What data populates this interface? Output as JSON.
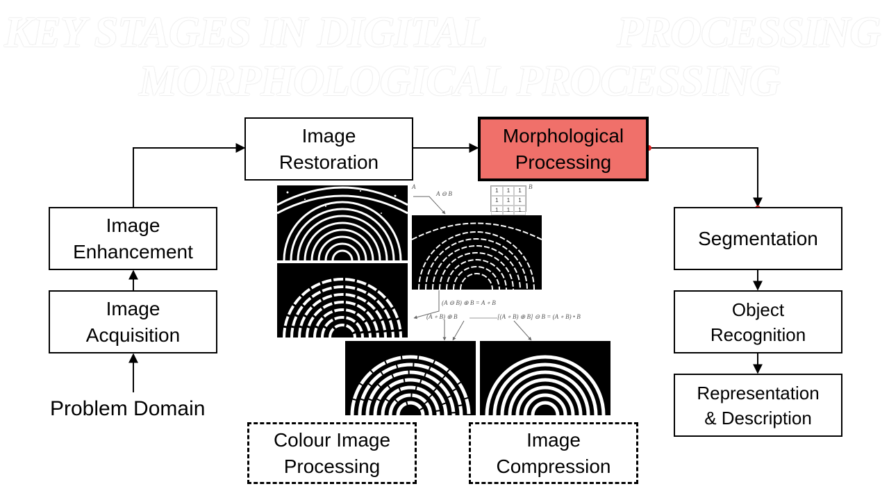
{
  "title": {
    "line1_left": "KEY STAGES IN DIGITAL",
    "line1_right": "PROCESSING",
    "line2": "MORPHOLOGICAL PROCESSING"
  },
  "stages": {
    "image_restoration": "Image\nRestoration",
    "morphological_processing": "Morphological\nProcessing",
    "image_enhancement": "Image\nEnhancement",
    "image_acquisition": "Image\nAcquisition",
    "problem_domain": "Problem Domain",
    "segmentation": "Segmentation",
    "object_recognition": "Object\nRecognition",
    "representation_description": "Representation\n& Description",
    "colour_image_processing": "Colour Image\nProcessing",
    "image_compression": "Image\nCompression"
  },
  "illustration": {
    "label_a": "A",
    "label_b": "B",
    "eq_erosion": "A ⊖ B",
    "eq_opening": "(A ⊖ B) ⊕ B = A ∘ B",
    "eq_dilate": "(A ∘ B) ⊕ B",
    "eq_closing": "[(A ∘ B) ⊕ B] ⊖ B = (A ∘ B) • B",
    "structuring_element": [
      "1",
      "1",
      "1",
      "1",
      "1",
      "1",
      "1",
      "1",
      "1"
    ]
  },
  "colors": {
    "active_stage": "#f0706a",
    "arrow": "#000000",
    "connector_dot": "#e02020"
  }
}
